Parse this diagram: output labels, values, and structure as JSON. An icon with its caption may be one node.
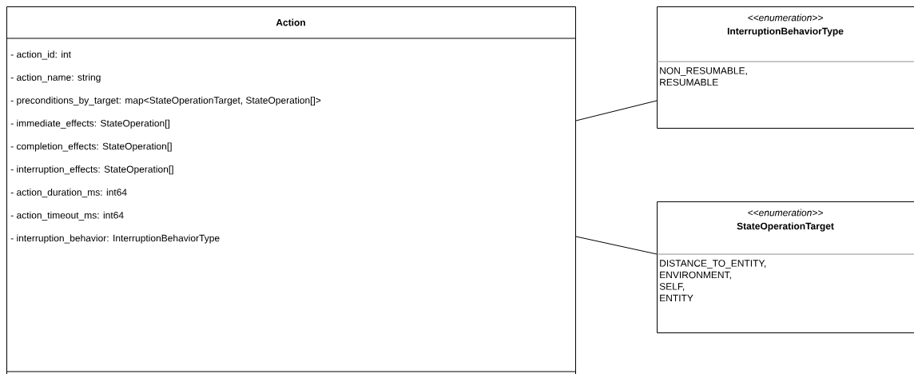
{
  "diagram": {
    "nodes": [
      {
        "text": [
          "Action",
          "- action_id: int",
          "- action_name: string",
          "- preconditions_by_target: map<StateOperationTarget, StateOperation[]>",
          "- immediate_effects: StateOperation[]",
          "- completion_effects: StateOperation[]",
          "- interruption_effects: StateOperation[]",
          "- action_duration_ms: int64",
          "- action_timeout_ms: int64",
          "- interruption_behavior: InterruptionBehaviorType"
        ]
      },
      {
        "text": [
          "<<enumeration>>",
          "InterruptionBehaviorType",
          "NON_RESUMABLE, RESUMABLE"
        ]
      },
      {
        "text": [
          "<<enumeration>>",
          "StateOperationTarget",
          "DISTANCE_TO_ENTITY, ENVIRONMENT, SELF, ENTITY"
        ]
      }
    ],
    "edges": [
      {
        "from": 0,
        "to": 1,
        "arrow": "none"
      },
      {
        "from": 0,
        "to": 2,
        "arrow": "none"
      }
    ]
  }
}
